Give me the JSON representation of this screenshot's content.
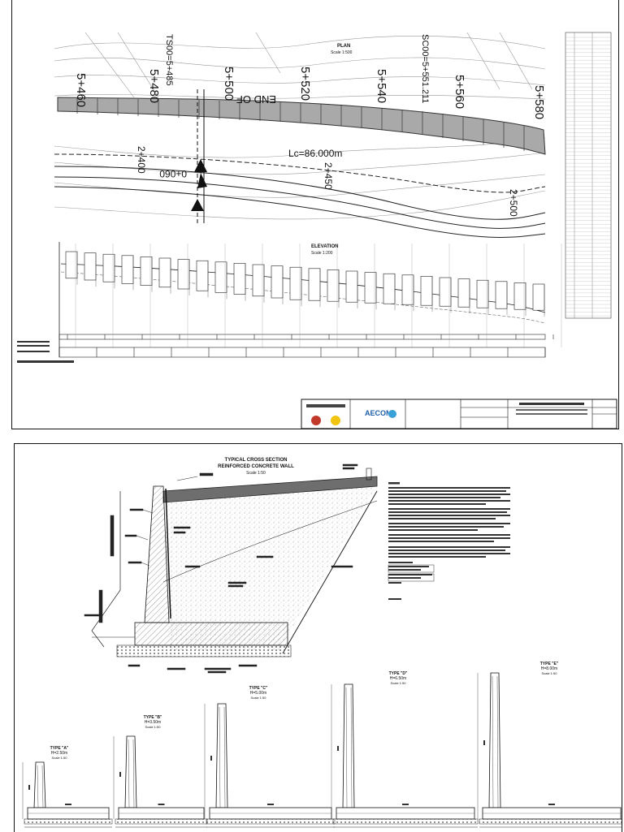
{
  "plan": {
    "title": "PLAN",
    "scale": "Scale 1:500",
    "stations": [
      "5+460",
      "5+480",
      "5+500",
      "5+520",
      "5+540",
      "5+560",
      "5+580"
    ],
    "station_tags": [
      "TS00=5+485",
      "SC00=5+551.211"
    ],
    "curve_length": "Lc=86.000m",
    "lower_stations": [
      "2+400",
      "2+450",
      "2+500"
    ],
    "offset_label": "0+060",
    "end_label": "END OF"
  },
  "elevation": {
    "title": "ELEVATION",
    "scale": "Scale 1:200"
  },
  "title_block": {
    "company": "AECOM"
  },
  "section": {
    "title": "TYPICAL CROSS SECTION",
    "subtitle": "REINFORCED CONCRETE WALL",
    "scale": "Scale 1:50"
  },
  "types": [
    {
      "name": "TYPE \"A\"",
      "height": "H=2.50m",
      "scale": "Scale 1:50"
    },
    {
      "name": "TYPE \"B\"",
      "height": "H=3.50m",
      "scale": "Scale 1:50"
    },
    {
      "name": "TYPE \"C\"",
      "height": "H=5.00m",
      "scale": "Scale 1:50"
    },
    {
      "name": "TYPE \"D\"",
      "height": "H=6.50m",
      "scale": "Scale 1:50"
    },
    {
      "name": "TYPE \"E\"",
      "height": "H=8.00m",
      "scale": "Scale 1:50"
    }
  ]
}
